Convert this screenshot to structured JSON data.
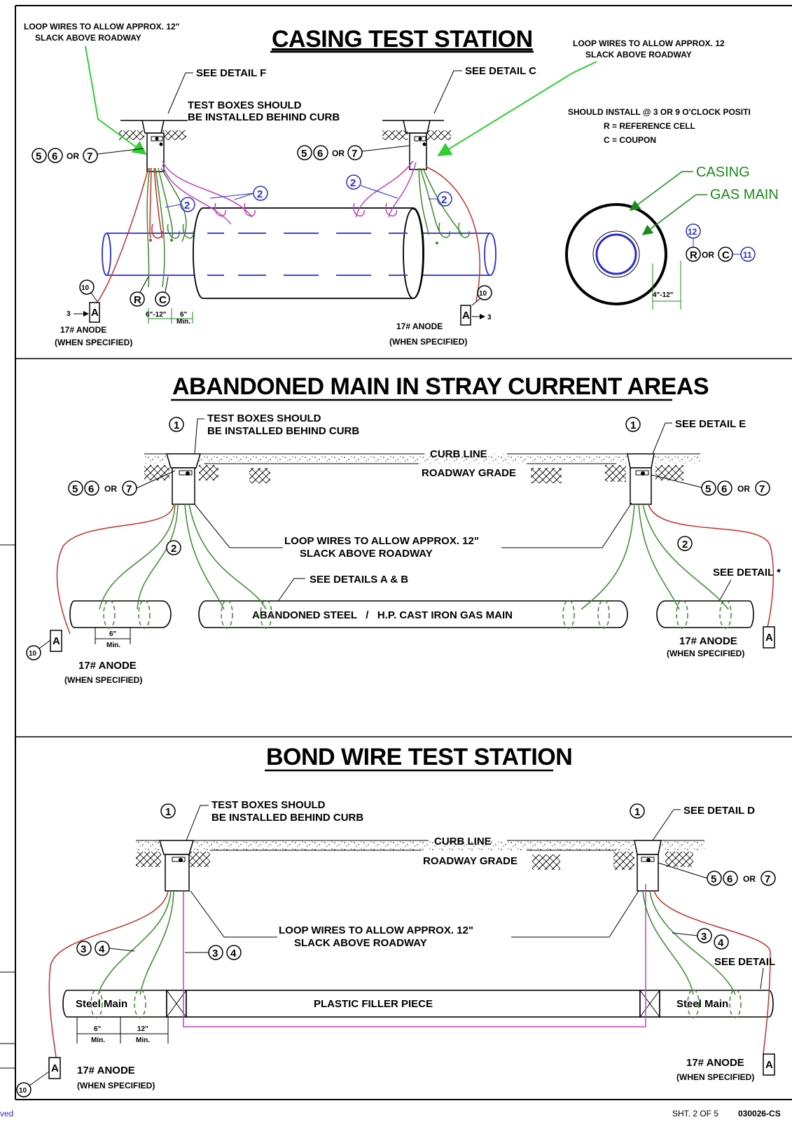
{
  "casing": {
    "title": "CASING TEST STATION",
    "loop_left_1": "LOOP WIRES TO ALLOW APPROX. 12\"",
    "loop_left_2": "SLACK ABOVE ROADWAY",
    "loop_right_1": "LOOP WIRES TO ALLOW APPROX. 12",
    "loop_right_2": "SLACK ABOVE ROADWAY",
    "see_f": "SEE DETAIL F",
    "see_c": "SEE DETAIL C",
    "behind_curb_1": "TEST BOXES SHOULD",
    "behind_curb_2": "BE INSTALLED BEHIND CURB",
    "should_install": "SHOULD INSTALL @ 3 OR 9 O'CLOCK POSITI",
    "ref_cell": "R = REFERENCE CELL",
    "coupon": "C = COUPON",
    "casing_label": "CASING",
    "gas_main_label": "GAS MAIN",
    "dim_4_12": "4\"-12\"",
    "dim_6_12": "6\"-12\"",
    "dim_6": "6\"",
    "dim_min": "Min.",
    "or_text": "OR",
    "anode": "17# ANODE",
    "when_specified": "(WHEN SPECIFIED)",
    "arrow3": "3",
    "r": "R",
    "c": "C",
    "a": "A"
  },
  "abandoned": {
    "title": "ABANDONED MAIN IN STRAY CURRENT AREAS",
    "behind_curb_1": "TEST BOXES SHOULD",
    "behind_curb_2": "BE INSTALLED BEHIND CURB",
    "see_e": "SEE DETAIL E",
    "curb_line": "CURB LINE",
    "roadway_grade": "ROADWAY GRADE",
    "loop_1": "LOOP WIRES TO ALLOW APPROX. 12\"",
    "loop_2": "SLACK ABOVE ROADWAY",
    "see_ab": "SEE DETAILS A & B",
    "see_detail": "SEE DETAIL *",
    "main_label": "ABANDONED STEEL   /   H.P. CAST IRON GAS MAIN",
    "dim_6": "6\"",
    "dim_min": "Min.",
    "anode": "17# ANODE",
    "when_specified": "(WHEN SPECIFIED)",
    "or_text": "OR"
  },
  "bond": {
    "title": "BOND WIRE TEST STATION",
    "behind_curb_1": "TEST BOXES SHOULD",
    "behind_curb_2": "BE INSTALLED BEHIND CURB",
    "see_d": "SEE DETAIL D",
    "curb_line": "CURB LINE",
    "roadway_grade": "ROADWAY GRADE",
    "loop_1": "LOOP WIRES TO ALLOW APPROX. 12\"",
    "loop_2": "SLACK ABOVE ROADWAY",
    "see_detail": "SEE DETAIL",
    "steel_main": "Steel Main",
    "plastic": "PLASTIC FILLER PIECE",
    "dim_6": "6\"",
    "dim_12": "12\"",
    "dim_min": "Min.",
    "anode": "17# ANODE",
    "when_specified": "(WHEN SPECIFIED)",
    "or_text": "OR"
  },
  "footer": {
    "left": "ved",
    "sheet": "SHT. 2 OF 5",
    "code": "030026-CS"
  },
  "colors": {
    "green": "#3a8a2a",
    "red": "#c0302a",
    "magenta": "#c040c0",
    "blue": "#2b2bd0",
    "bright_green": "#33cc33"
  }
}
